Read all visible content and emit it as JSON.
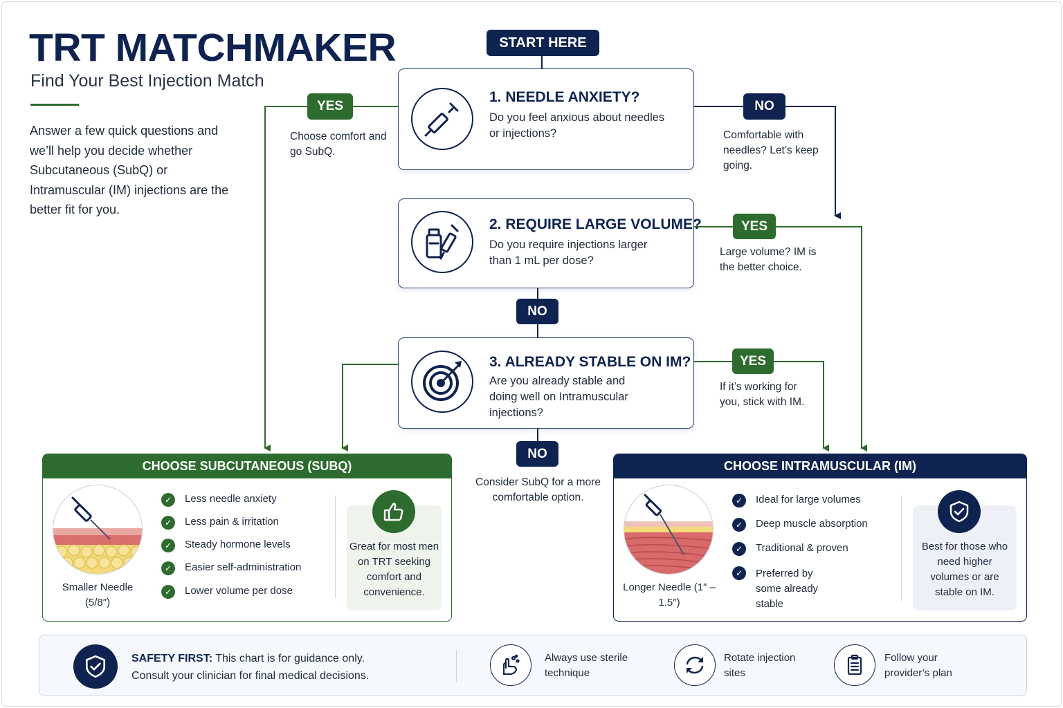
{
  "header": {
    "title": "TRT MATCHMAKER",
    "subtitle": "Find Your Best Injection Match",
    "intro": "Answer a few quick questions and we’ll help you decide whether Subcutaneous (SubQ) or Intramuscular (IM) injections are the better fit for you."
  },
  "flow": {
    "start_label": "START HERE",
    "questions": [
      {
        "title": "1. NEEDLE ANXIETY?",
        "text": "Do you feel anxious about needles or injections?",
        "icon": "syringe-icon"
      },
      {
        "title": "2. REQUIRE LARGE VOLUME?",
        "text": "Do you require injections larger than 1 mL per dose?",
        "icon": "vial-syringe-icon"
      },
      {
        "title": "3. ALREADY STABLE ON IM?",
        "text": "Are you already stable and doing well on Intramuscular injections?",
        "icon": "target-icon"
      }
    ],
    "branches": {
      "q1_yes": {
        "label": "YES",
        "note": "Choose comfort and go SubQ."
      },
      "q1_no": {
        "label": "NO",
        "note": "Comfortable with needles? Let’s keep going."
      },
      "q2_yes": {
        "label": "YES",
        "note": "Large volume? IM is the better choice."
      },
      "q2_no": {
        "label": "NO"
      },
      "q3_yes": {
        "label": "YES",
        "note": "If it’s working for you, stick with IM."
      },
      "q3_no": {
        "label": "NO",
        "note": "Consider SubQ for a more comfortable option."
      }
    }
  },
  "subq": {
    "heading": "CHOOSE SUBCUTANEOUS (SUBQ)",
    "needle_caption": "Smaller Needle (5/8″)",
    "benefits": [
      "Less needle anxiety",
      "Less pain & irritation",
      "Steady hormone levels",
      "Easier self-administration",
      "Lower volume per dose"
    ],
    "side_text": "Great for most men on TRT seeking comfort and convenience.",
    "side_icon": "thumbs-up-icon"
  },
  "im": {
    "heading": "CHOOSE INTRAMUSCULAR (IM)",
    "needle_caption": "Longer Needle (1″ – 1.5″)",
    "benefits": [
      "Ideal for large volumes",
      "Deep muscle absorption",
      "Traditional & proven",
      "Preferred by some already stable"
    ],
    "side_text": "Best for those who need higher volumes or are stable on IM.",
    "side_icon": "shield-check-icon"
  },
  "footer": {
    "safety_label": "SAFETY FIRST:",
    "safety_text": " This chart is for guidance only.",
    "safety_text2": "Consult your clinician for final medical decisions.",
    "tips": [
      {
        "text": "Always use sterile technique",
        "icon": "hand-wash-icon"
      },
      {
        "text": "Rotate injection sites",
        "icon": "rotate-arrows-icon"
      },
      {
        "text": "Follow your provider’s plan",
        "icon": "clipboard-icon"
      }
    ]
  },
  "colors": {
    "navy": "#0f2350",
    "green": "#2e6b2e",
    "text": "#1f2a3c"
  }
}
